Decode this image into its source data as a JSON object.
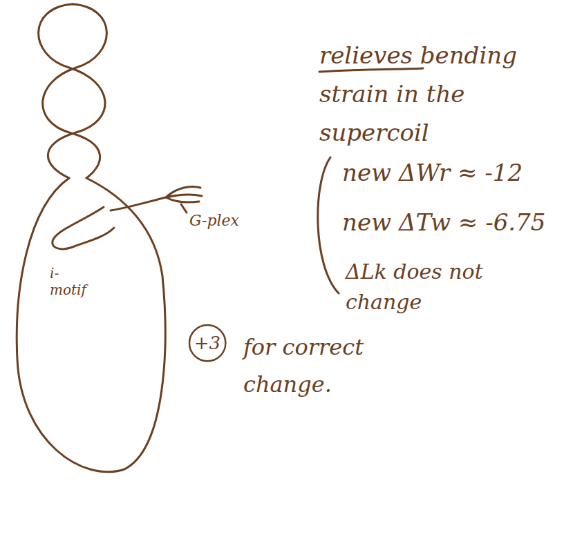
{
  "diagram": {
    "nodes": [
      {
        "text": [
          "+3"
        ]
      }
    ],
    "labels": [
      "relieves bending strain in the supercoil",
      "new ΔWr ≈ -12",
      "new ΔTw ≈ -6.75",
      "ΔLk does not change",
      "for correct change.",
      "i-motif",
      "G-plex"
    ]
  }
}
